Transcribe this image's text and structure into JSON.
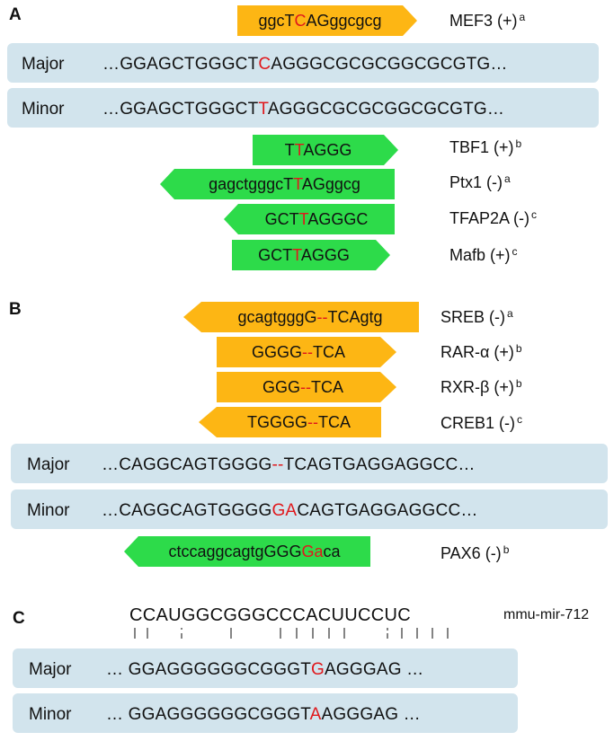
{
  "colors": {
    "orange": "#fdb614",
    "green": "#2ddb4a",
    "row_bg": "#d2e4ed",
    "highlight": "#e0181c"
  },
  "panels": {
    "a": {
      "label": "A",
      "top_motif": {
        "pre": "ggcT",
        "hl": "C",
        "post": "AGggcgcg",
        "name": "MEF3 (+)",
        "sup": "a",
        "color": "orange",
        "dir": "right"
      },
      "rows": [
        {
          "label": "Major",
          "pre": "…GGAGCTGGGCT",
          "hl": "C",
          "post": "AGGGCGCGCGGCGCGTG…"
        },
        {
          "label": "Minor",
          "pre": "…GGAGCTGGGCT",
          "hl": "T",
          "post": "AGGGCGCGCGGCGCGTG…"
        }
      ],
      "motifs": [
        {
          "pre": "T",
          "hl": "T",
          "post": "AGGG",
          "name": "TBF1 (+)",
          "sup": "b",
          "color": "green",
          "dir": "right"
        },
        {
          "pre": "gagctgggcT",
          "hl": "T",
          "post": "AGggcg",
          "name": "Ptx1 (-)",
          "sup": "a",
          "color": "green",
          "dir": "left"
        },
        {
          "pre": "GCT",
          "hl": "T",
          "post": "AGGGC",
          "name": "TFAP2A (-)",
          "sup": "c",
          "color": "green",
          "dir": "left"
        },
        {
          "pre": "GCT",
          "hl": "T",
          "post": "AGGG",
          "name": "Mafb (+)",
          "sup": "c",
          "color": "green",
          "dir": "right"
        }
      ]
    },
    "b": {
      "label": "B",
      "motifs": [
        {
          "pre": "gcagtgggG",
          "hl": "--",
          "mid": "T",
          "post": "CAgtg",
          "name": "SREB (-)",
          "sup": "a",
          "color": "orange",
          "dir": "left"
        },
        {
          "pre": "GGGG",
          "hl": "--",
          "mid": "T",
          "post": "CA",
          "name": "RAR-α (+)",
          "sup": "b",
          "color": "orange",
          "dir": "right"
        },
        {
          "pre": "GGG",
          "hl": "--",
          "mid": "T",
          "post": "CA",
          "name": "RXR-β (+)",
          "sup": "b",
          "color": "orange",
          "dir": "right"
        },
        {
          "pre": "TGGGG",
          "hl": "--",
          "mid": "T",
          "post": "CA",
          "name": "CREB1 (-)",
          "sup": "c",
          "color": "orange",
          "dir": "left"
        }
      ],
      "rows": [
        {
          "label": "Major",
          "pre": "…CAGGCAGTGGGG",
          "hl": "--",
          "mid": "T",
          "post": "CAGTGAGGAGGCC…"
        },
        {
          "label": "Minor",
          "pre": "…CAGGCAGTGGGG",
          "hl": "GA",
          "mid": "",
          "post": "CAGTGAGGAGGCC…"
        }
      ],
      "bottom_motif": {
        "pre": "ctccaggcagtgGGG",
        "hl": "Ga",
        "post": "ca",
        "name": "PAX6 (-)",
        "sup": "b",
        "color": "green",
        "dir": "left"
      }
    },
    "c": {
      "label": "C",
      "mirna_seq": "CCAUGGCGGGCCCACUUCCUC",
      "mirna_name": "mmu-mir-712",
      "rows": [
        {
          "label": "Major",
          "pre": "… GGAGGGGGGCGGGT",
          "hl": "G",
          "post": "AGGGAG …"
        },
        {
          "label": "Minor",
          "pre": "… GGAGGGGGGCGGGT",
          "hl": "A",
          "post": "AGGGAG …"
        }
      ]
    }
  }
}
